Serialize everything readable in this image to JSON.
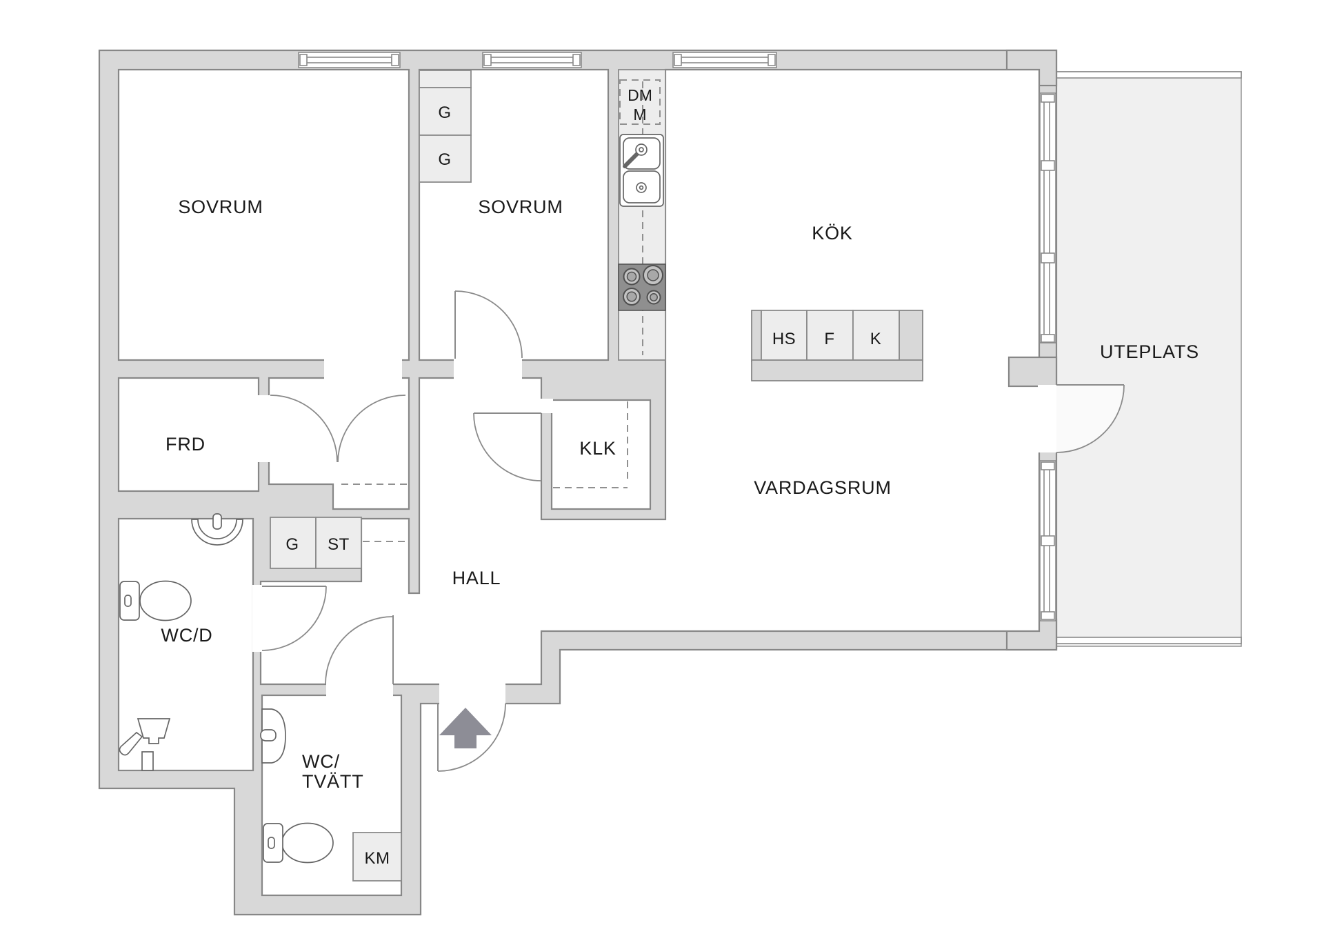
{
  "floorplan": {
    "type": "apartment-floor-plan",
    "language": "sv",
    "rooms": {
      "sovrum1": "SOVRUM",
      "sovrum2": "SOVRUM",
      "kok": "KÖK",
      "uteplats": "UTEPLATS",
      "frd": "FRD",
      "klk": "KLK",
      "vardagsrum": "VARDAGSRUM",
      "hall": "HALL",
      "wcd": "WC/D",
      "wctvatt_line1": "WC/",
      "wctvatt_line2": "TVÄTT"
    },
    "fixtures": {
      "closet_g_top1": "G",
      "closet_g_top2": "G",
      "closet_g_hall": "G",
      "closet_st_hall": "ST",
      "bench_hs": "HS",
      "bench_f": "F",
      "bench_k": "K",
      "machine_km": "KM",
      "machine_dm": "DM",
      "machine_m": "M"
    },
    "colors": {
      "wall_fill": "#d8d8d8",
      "wall_outline": "#878787",
      "room_fill": "#ffffff",
      "furniture_fill": "#ededed",
      "stove_fill": "#8f8f8f",
      "patio_fill": "#f0f0f0",
      "arrow_fill": "#8d8d96",
      "label_color": "#1a1a1a"
    }
  }
}
